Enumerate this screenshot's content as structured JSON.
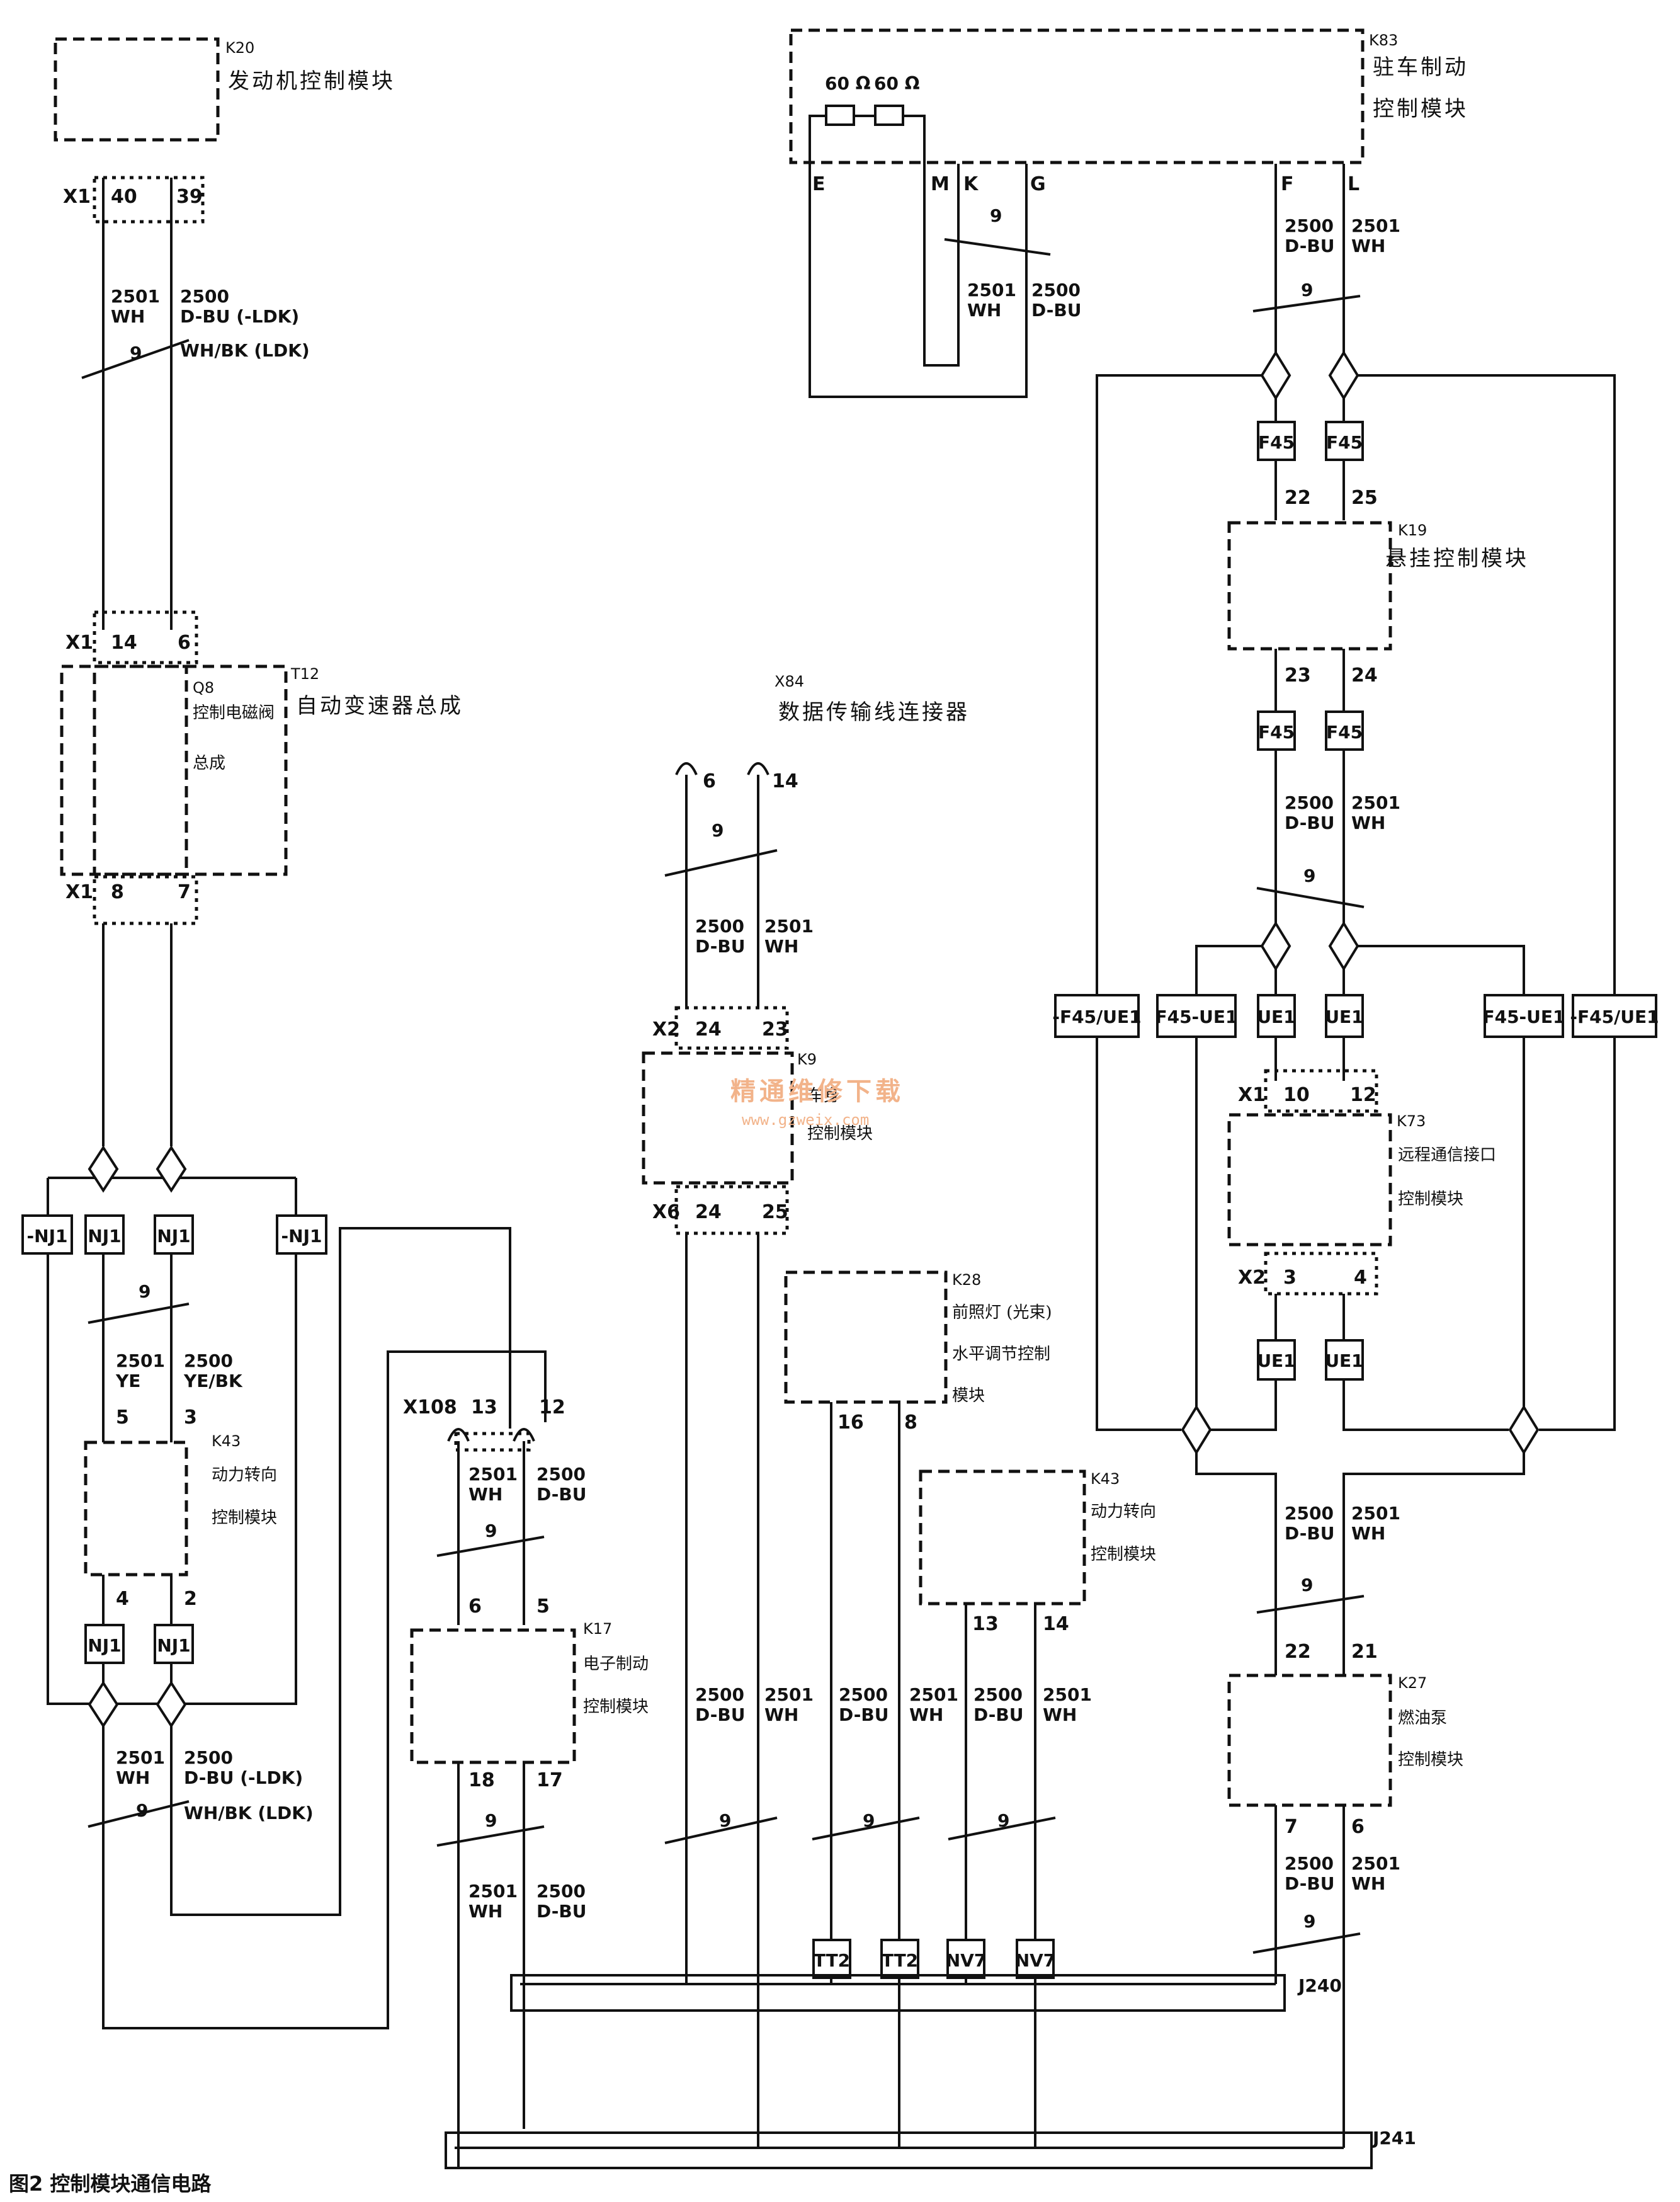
{
  "caption": "图2  控制模块通信电路",
  "watermark": {
    "main": "精通维修下载",
    "url": "www.gzweix.com"
  },
  "twist": "9",
  "modules": {
    "k20": {
      "id": "K20",
      "name": "发动机控制模块",
      "connector": "X1",
      "pin_a": "40",
      "pin_b": "39"
    },
    "k83": {
      "id": "K83",
      "name_l1": "驻车制动",
      "name_l2": "控制模块",
      "res1": "60 Ω",
      "res2": "60 Ω",
      "pins": [
        "E",
        "M",
        "K",
        "G",
        "F",
        "L"
      ]
    },
    "t12": {
      "id": "T12",
      "name": "自动变速器总成",
      "sub_id": "Q8",
      "sub_l1": "控制电磁阀",
      "sub_l2": "总成",
      "top_conn": "X1",
      "top_a": "14",
      "top_b": "6",
      "bot_conn": "X1",
      "bot_a": "8",
      "bot_b": "7"
    },
    "x84": {
      "id": "X84",
      "name": "数据传输线连接器",
      "pin_a": "6",
      "pin_b": "14"
    },
    "k19": {
      "id": "K19",
      "name": "悬挂控制模块",
      "top_a": "22",
      "top_b": "25",
      "bot_a": "23",
      "bot_b": "24"
    },
    "k9": {
      "id": "K9",
      "name_l1": "车身",
      "name_l2": "控制模块",
      "top_conn": "X2",
      "top_a": "24",
      "top_b": "23",
      "bot_conn": "X6",
      "bot_a": "24",
      "bot_b": "25"
    },
    "k73": {
      "id": "K73",
      "name_l1": "远程通信接口",
      "name_l2": "控制模块",
      "top_conn": "X1",
      "top_a": "10",
      "top_b": "12",
      "bot_conn": "X2",
      "bot_a": "3",
      "bot_b": "4"
    },
    "k43a": {
      "id": "K43",
      "name_l1": "动力转向",
      "name_l2": "控制模块",
      "top_a": "5",
      "top_b": "3",
      "bot_a": "4",
      "bot_b": "2"
    },
    "x108": {
      "id": "X108",
      "pin_a": "13",
      "pin_b": "12"
    },
    "k17": {
      "id": "K17",
      "name_l1": "电子制动",
      "name_l2": "控制模块",
      "top_a": "6",
      "top_b": "5",
      "bot_a": "18",
      "bot_b": "17"
    },
    "k28": {
      "id": "K28",
      "name_l1": "前照灯 (光束)",
      "name_l2": "水平调节控制",
      "name_l3": "模块",
      "pin_a": "16",
      "pin_b": "8"
    },
    "k43b": {
      "id": "K43",
      "name_l1": "动力转向",
      "name_l2": "控制模块",
      "pin_a": "13",
      "pin_b": "14"
    },
    "k27": {
      "id": "K27",
      "name_l1": "燃油泵",
      "name_l2": "控制模块",
      "top_a": "22",
      "top_b": "21",
      "bot_a": "7",
      "bot_b": "6"
    }
  },
  "wires": {
    "wh": {
      "num": "2501",
      "color": "WH"
    },
    "dbu": {
      "num": "2500",
      "color": "D-BU"
    },
    "dbu_ldk_a": "D-BU (-LDK)",
    "whbk_ldk": "WH/BK (LDK)",
    "dbu_ldk_b": "D-BU (-LDK)",
    "whbk_ldk_b": "WH/BK (LDK)",
    "ye": {
      "num": "2501",
      "color": "YE"
    },
    "yebk": {
      "num": "2500",
      "color": "YE/BK"
    }
  },
  "options": {
    "f45": "F45",
    "nj1": "NJ1",
    "not_nj1": "-NJ1",
    "ue1": "UE1",
    "f45_ue1": "F45-UE1",
    "not_f45_ue1": "-F45/UE1",
    "tt2": "TT2",
    "nv7": "NV7"
  },
  "splices": {
    "j240": "J240",
    "j241": "J241"
  }
}
